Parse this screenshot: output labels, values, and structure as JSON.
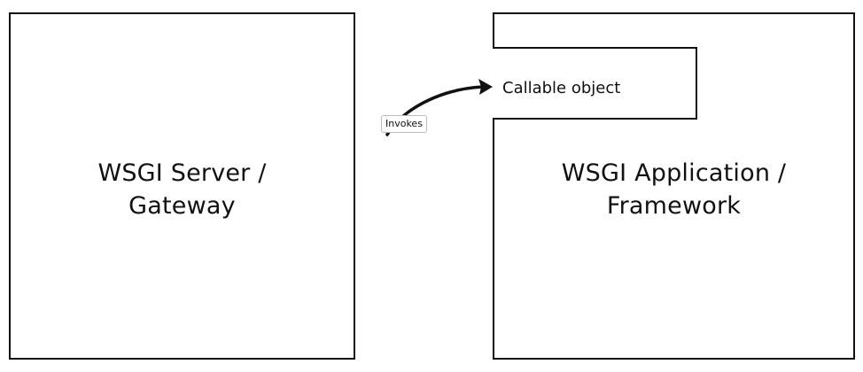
{
  "diagram": {
    "nodes": [
      {
        "id": "server",
        "label_line1": "WSGI Server /",
        "label_line2": "Gateway"
      },
      {
        "id": "application",
        "label_line1": "WSGI Application /",
        "label_line2": "Framework"
      },
      {
        "id": "callable",
        "label": "Callable object"
      }
    ],
    "edges": [
      {
        "from": "server",
        "to": "callable",
        "label": "Invokes"
      }
    ],
    "colors": {
      "stroke": "#111111",
      "background": "#ffffff",
      "label_border": "#bbbbbb"
    }
  }
}
